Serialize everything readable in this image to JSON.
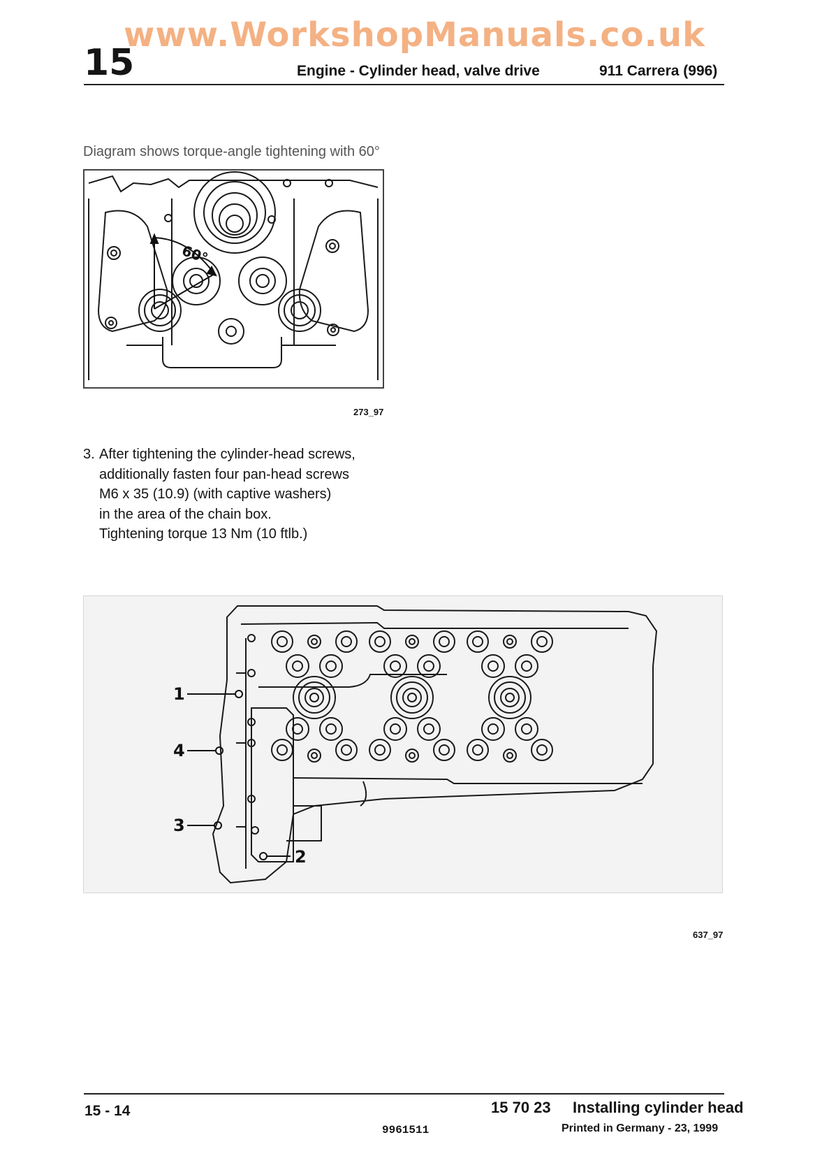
{
  "header": {
    "watermark": "www.WorkshopManuals.co.uk",
    "chapter": "15",
    "section_title": "Engine - Cylinder head, valve drive",
    "model": "911 Carrera (996)"
  },
  "figure1": {
    "caption": "Diagram shows torque-angle tightening with 60°",
    "angle_label": "60°",
    "figure_number": "273_97"
  },
  "step3": {
    "number": "3.",
    "lines": [
      "After tightening the cylinder-head screws,",
      "additionally fasten four pan-head screws",
      "M6 x 35 (10.9) (with captive washers)",
      "in the area of the chain box.",
      "Tightening torque 13 Nm (10 ftlb.)"
    ]
  },
  "figure2": {
    "callouts": [
      "1",
      "4",
      "3",
      "2"
    ],
    "figure_number": "637_97"
  },
  "footer": {
    "page": "15 - 14",
    "code": "15 70 23",
    "title": "Installing cylinder head",
    "part_number": "9961511",
    "printed": "Printed in Germany - 23, 1999"
  }
}
